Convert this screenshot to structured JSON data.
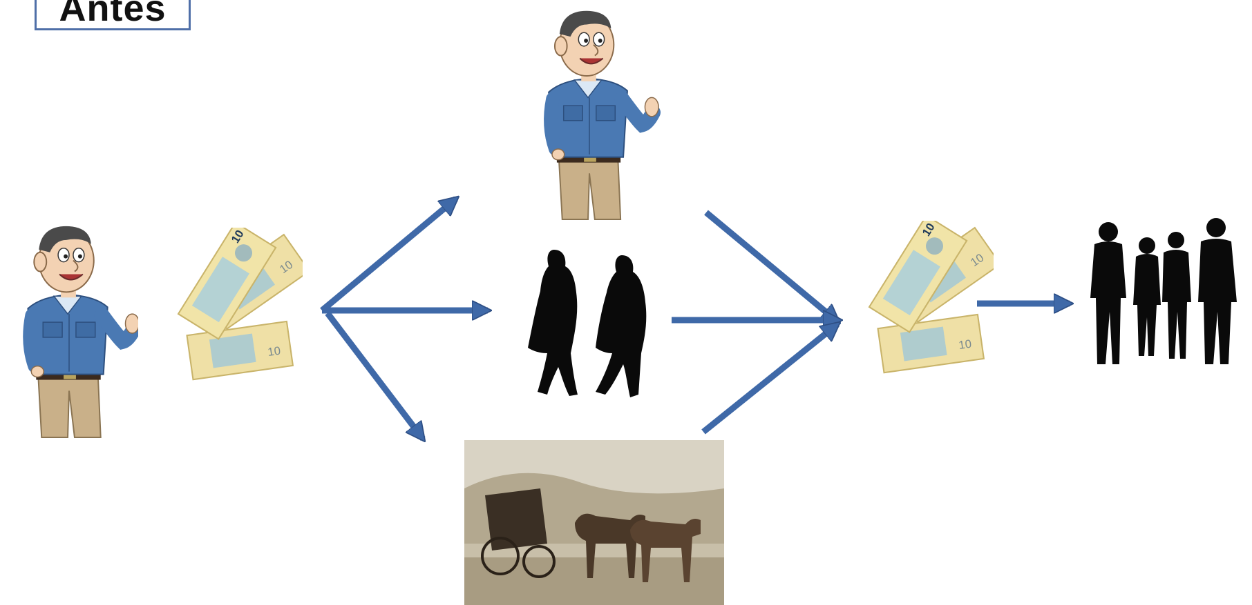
{
  "slide": {
    "title": "Antes"
  },
  "colors": {
    "arrow": "#3f69a8",
    "arrow_dark": "#2e4f85",
    "title_border": "#4f6fa8",
    "shirt": "#4a79b3",
    "pants": "#c9b089",
    "skin": "#f3d2b3",
    "banknote": "#f1e4a8",
    "banknote_blue": "#9fc7d8",
    "silhouette": "#0a0a0a",
    "photo_sepia": "#c8bfa9"
  },
  "nodes": [
    {
      "id": "person-left",
      "icon": "cartoon-man-icon"
    },
    {
      "id": "money-left",
      "icon": "banknotes-icon"
    },
    {
      "id": "person-top",
      "icon": "cartoon-man-icon"
    },
    {
      "id": "walkers-middle",
      "icon": "two-people-silhouette-icon"
    },
    {
      "id": "stagecoach-bottom",
      "icon": "stagecoach-photo-icon"
    },
    {
      "id": "money-right",
      "icon": "banknotes-icon"
    },
    {
      "id": "group-right",
      "icon": "group-silhouette-icon"
    }
  ]
}
